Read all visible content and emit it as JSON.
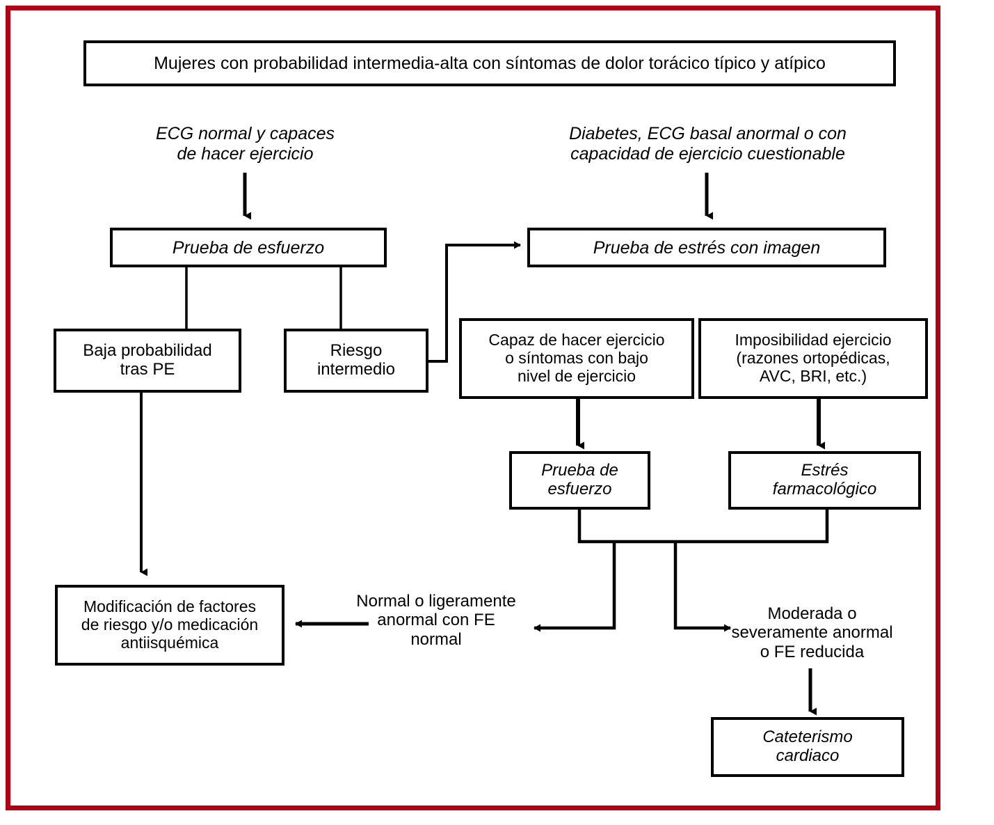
{
  "figure": {
    "type": "flowchart",
    "language": "es",
    "title": "Algoritmo diagnostico de dolor toracico en mujeres",
    "frame_color": "#b00014",
    "line_color": "#000000",
    "background": "#ffffff"
  },
  "nodes": {
    "header": {
      "id": "header",
      "text": "Mujeres con probabilidad intermedia-alta con síntomas de dolor torácico típico y atípico",
      "style": "upright"
    },
    "prueba_esfuerzo_top": {
      "id": "prueba-de-esfuerzo",
      "text": "Prueba de esfuerzo",
      "style": "italic"
    },
    "prueba_estres_imagen": {
      "id": "prueba-de-estres-con-imagen",
      "text": "Prueba de estrés con imagen",
      "style": "italic"
    },
    "baja_probabilidad": {
      "id": "baja-probabilidad-tras-pe",
      "text": "Baja probabilidad\ntras PE",
      "style": "upright"
    },
    "riesgo_intermedio": {
      "id": "riesgo-intermedio",
      "text": "Riesgo\nintermedio",
      "style": "upright"
    },
    "capaz_ejercicio": {
      "id": "capaz-de-hacer-ejercicio",
      "text": "Capaz de hacer ejercicio\no síntomas con bajo\nnivel de ejercicio",
      "style": "upright"
    },
    "imposibilidad_ejercicio": {
      "id": "imposibilidad-ejercicio",
      "text": "Imposibilidad ejercicio\n(razones ortopédicas,\nAVC, BRI, etc.)",
      "style": "upright"
    },
    "prueba_esfuerzo_mid": {
      "id": "prueba-de-esfuerzo-2",
      "text": "Prueba de\nesfuerzo",
      "style": "italic"
    },
    "estres_farmacologico": {
      "id": "estres-farmacologico",
      "text": "Estrés\nfarmacológico",
      "style": "italic"
    },
    "modificacion_factores": {
      "id": "modificacion-de-factores",
      "text": "Modificación de factores\nde riesgo y/o medicación\nantiisquémica",
      "style": "upright"
    },
    "cateterismo": {
      "id": "cateterismo-cardiaco",
      "text": "Cateterismo\ncardiaco",
      "style": "italic"
    }
  },
  "labels": {
    "ecg_normal": {
      "id": "ecg-normal-capaces",
      "text": "ECG normal y capaces\nde hacer ejercicio",
      "style": "italic"
    },
    "diabetes_ecg": {
      "id": "diabetes-ecg-basal-anormal",
      "text": "Diabetes, ECG basal anormal o con\ncapacidad de ejercicio cuestionable",
      "style": "italic"
    },
    "normal_ligeramente": {
      "id": "normal-o-ligeramente-anormal",
      "text": "Normal o ligeramente\nanormal con FE\nnormal",
      "style": "upright"
    },
    "moderada_severa": {
      "id": "moderada-o-severamente-anormal",
      "text": "Moderada o\nseveramente anormal\no FE reducida",
      "style": "upright"
    }
  },
  "edges": [
    {
      "from": "ecg_normal",
      "to": "prueba_esfuerzo_top",
      "arrow": true
    },
    {
      "from": "diabetes_ecg",
      "to": "prueba_estres_imagen",
      "arrow": true
    },
    {
      "from": "prueba_esfuerzo_top",
      "to": "baja_probabilidad",
      "arrow": false
    },
    {
      "from": "prueba_esfuerzo_top",
      "to": "riesgo_intermedio",
      "arrow": false
    },
    {
      "from": "riesgo_intermedio",
      "to": "prueba_estres_imagen",
      "arrow": true
    },
    {
      "from": "capaz_ejercicio",
      "to": "prueba_esfuerzo_mid",
      "arrow": true
    },
    {
      "from": "imposibilidad_ejercicio",
      "to": "estres_farmacologico",
      "arrow": true
    },
    {
      "from": "baja_probabilidad",
      "to": "modificacion_factores",
      "arrow": true
    },
    {
      "from": "prueba_esfuerzo_mid",
      "to": "normal_ligeramente",
      "arrow": true
    },
    {
      "from": "estres_farmacologico",
      "to": "moderada_severa",
      "arrow": true
    },
    {
      "from": "normal_ligeramente",
      "to": "modificacion_factores",
      "arrow": true
    },
    {
      "from": "moderada_severa",
      "to": "cateterismo",
      "arrow": true
    }
  ]
}
